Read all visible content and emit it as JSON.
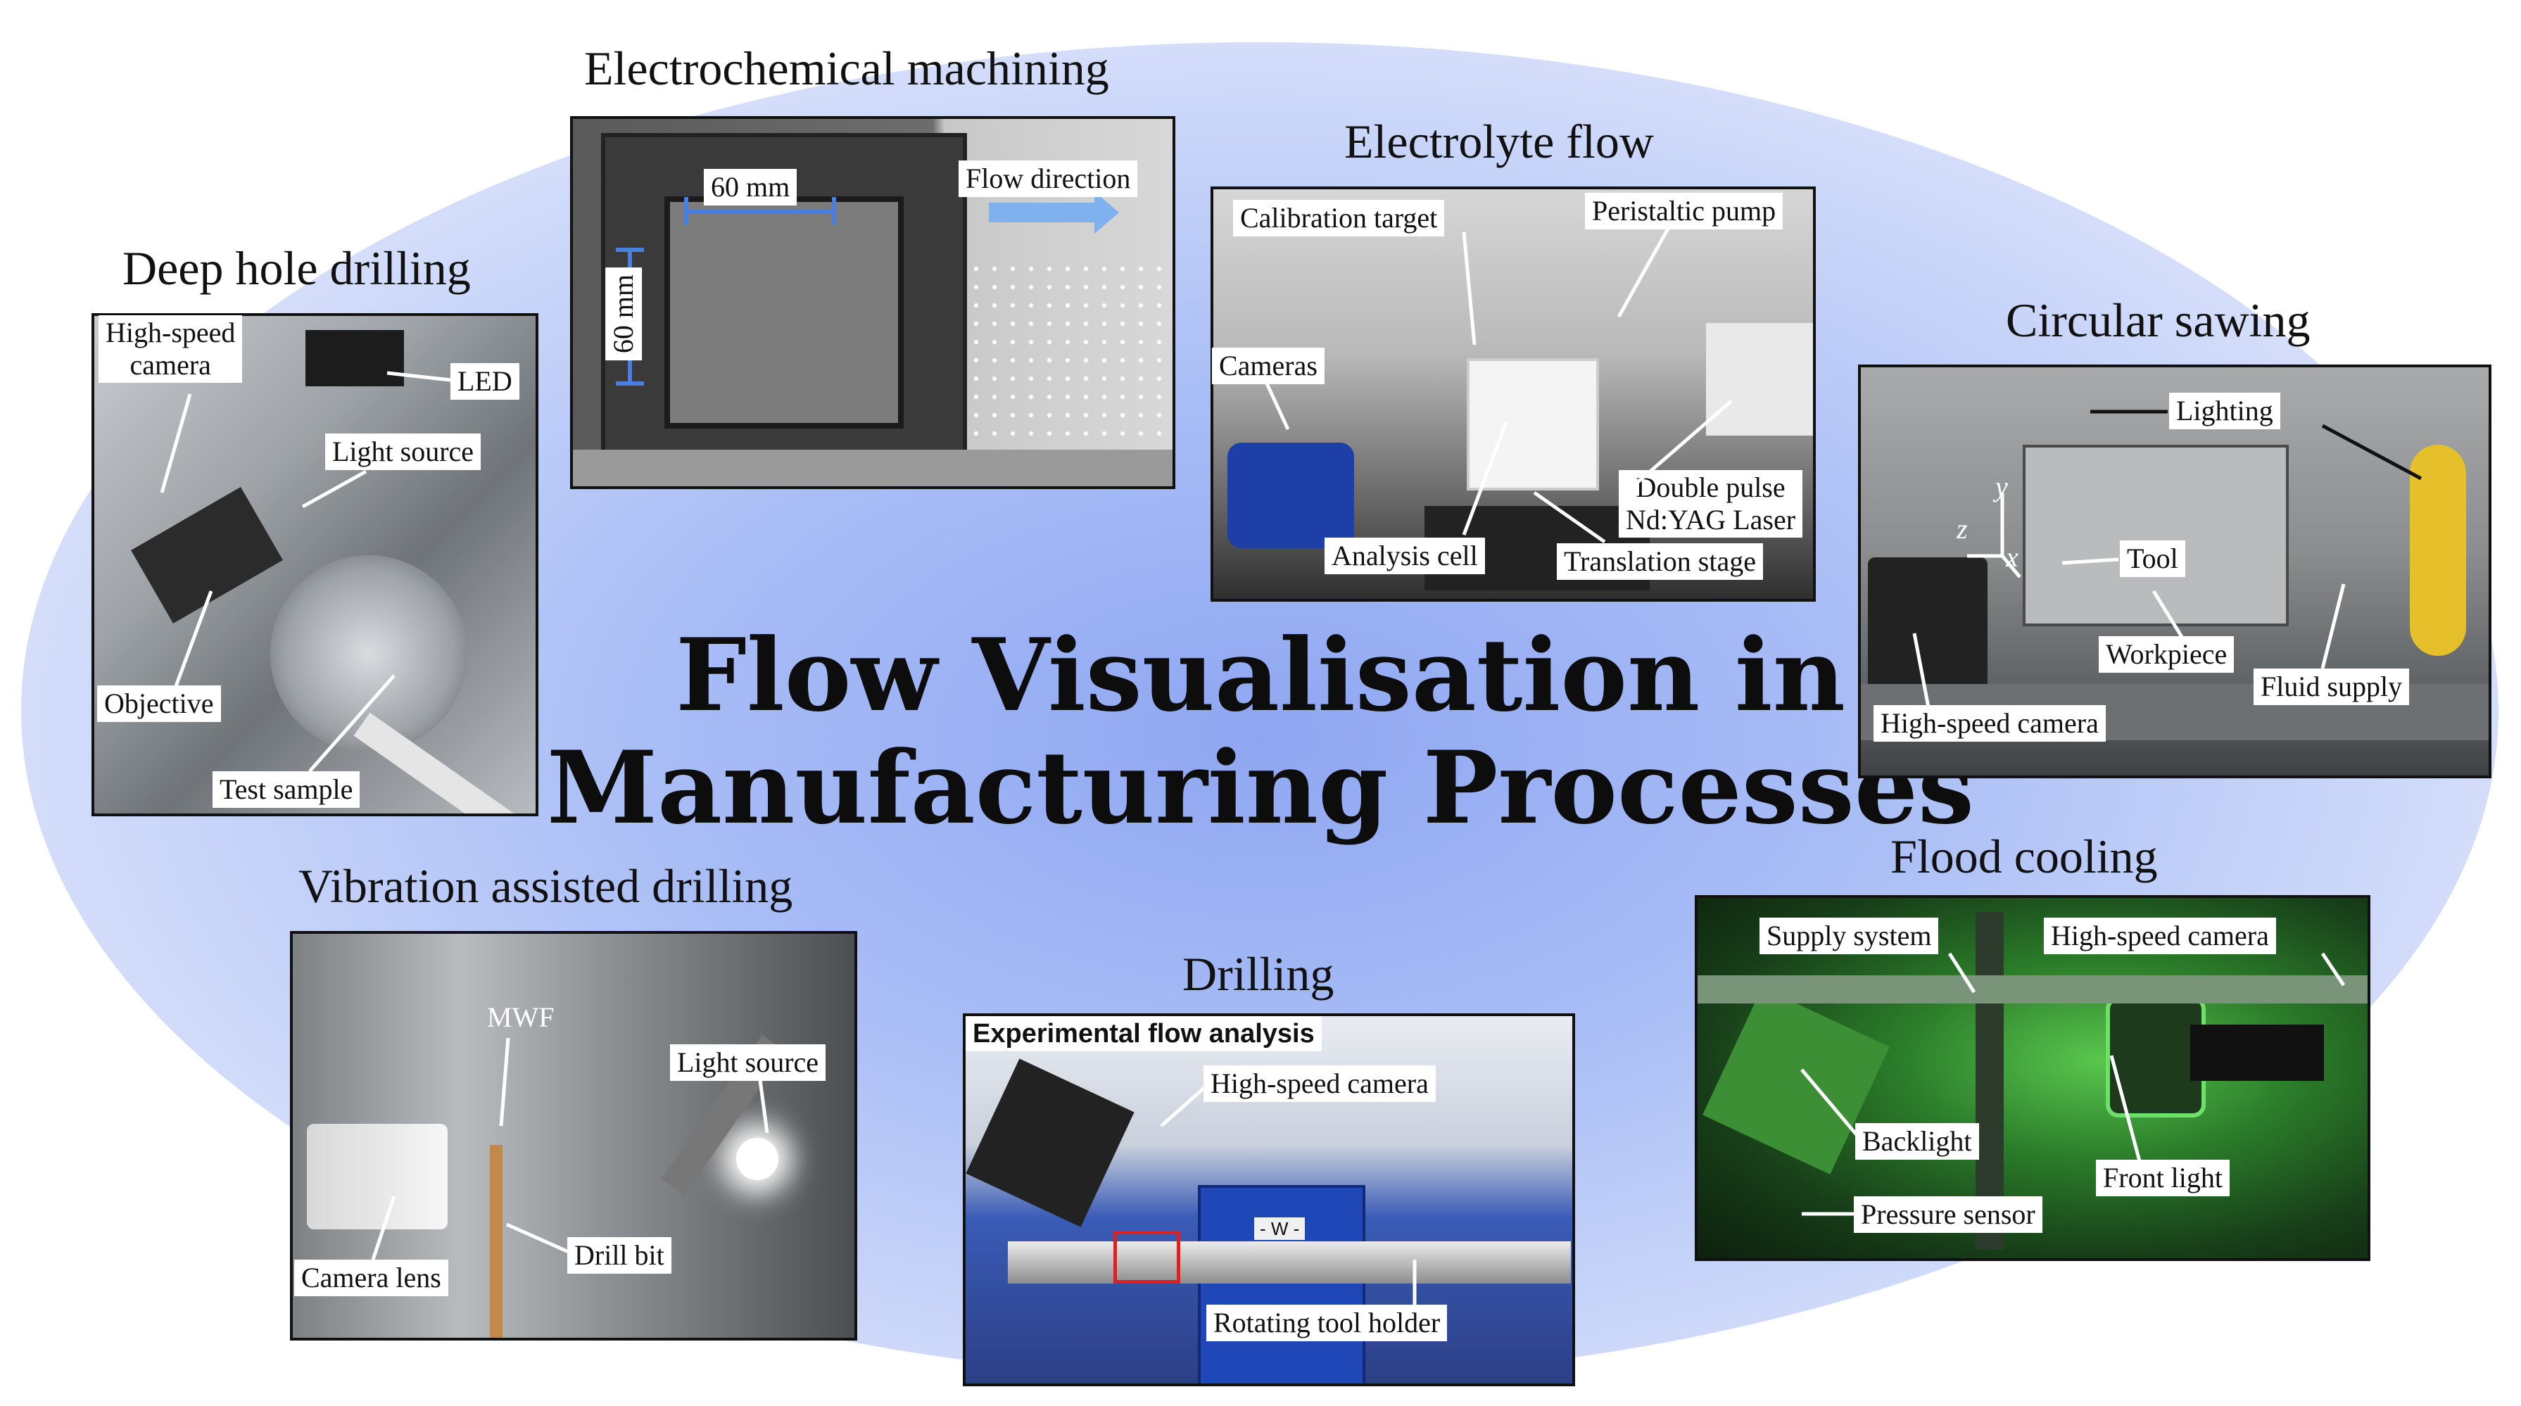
{
  "main_title": {
    "line1": "Flow Visualisation in",
    "line2": "Manufacturing Processes"
  },
  "sections": {
    "electrochemical": {
      "title": "Electrochemical machining",
      "labels": {
        "width": "60 mm",
        "height": "60 mm",
        "flow": "Flow direction"
      }
    },
    "electrolyte": {
      "title": "Electrolyte flow",
      "labels": {
        "calibration": "Calibration target",
        "pump": "Peristaltic pump",
        "cameras": "Cameras",
        "laser": "Double pulse\nNd:YAG Laser",
        "cell": "Analysis cell",
        "stage": "Translation stage"
      }
    },
    "deep_hole": {
      "title": "Deep hole drilling",
      "labels": {
        "camera": "High-speed\ncamera",
        "led": "LED",
        "light": "Light source",
        "objective": "Objective",
        "sample": "Test sample"
      }
    },
    "circular_sawing": {
      "title": "Circular sawing",
      "labels": {
        "lighting": "Lighting",
        "tool": "Tool",
        "workpiece": "Workpiece",
        "fluid": "Fluid supply",
        "camera": "High-speed camera",
        "axis_z": "z",
        "axis_y": "y",
        "axis_x": "x"
      }
    },
    "vibration": {
      "title": "Vibration assisted drilling",
      "labels": {
        "mwf": "MWF",
        "light": "Light source",
        "lens": "Camera lens",
        "bit": "Drill bit"
      }
    },
    "drilling": {
      "title": "Drilling",
      "labels": {
        "header": "Experimental flow analysis",
        "camera": "High-speed camera",
        "holder": "Rotating tool holder",
        "plate": "- W -"
      }
    },
    "flood": {
      "title": "Flood cooling",
      "labels": {
        "supply": "Supply system",
        "camera": "High-speed camera",
        "backlight": "Backlight",
        "front": "Front light",
        "pressure": "Pressure sensor"
      }
    }
  }
}
